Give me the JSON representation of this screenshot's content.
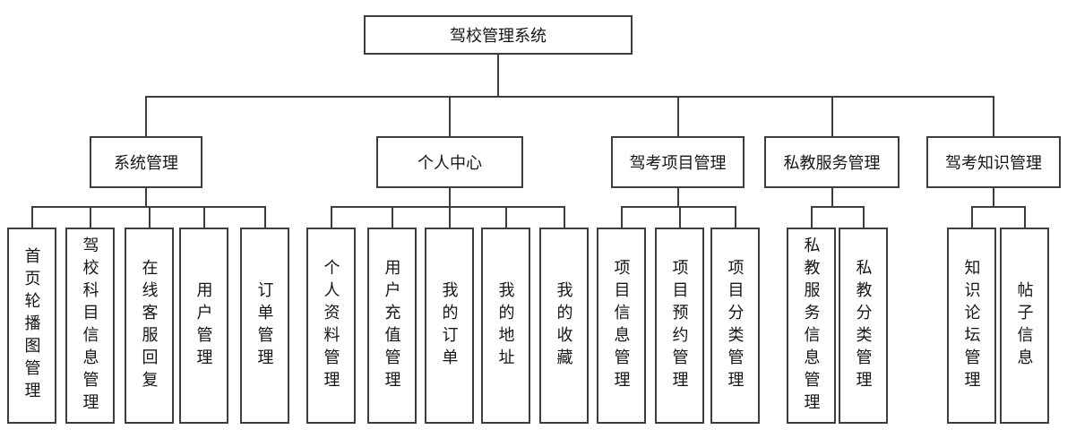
{
  "diagram": {
    "root_label": "驾校管理系统",
    "branches": [
      {
        "label": "系统管理",
        "children": [
          "首页轮播图管理",
          "驾校科目信息管理",
          "在线客服回复",
          "用户管理",
          "订单管理"
        ]
      },
      {
        "label": "个人中心",
        "children": [
          "个人资料管理",
          "用户充值管理",
          "我的订单",
          "我的地址",
          "我的收藏"
        ]
      },
      {
        "label": "驾考项目管理",
        "children": [
          "项目信息管理",
          "项目预约管理",
          "项目分类管理"
        ]
      },
      {
        "label": "私教服务管理",
        "children": [
          "私教服务信息管理",
          "私教分类管理"
        ]
      },
      {
        "label": "驾考知识管理",
        "children": [
          "知识论坛管理",
          "帖子信息"
        ]
      }
    ],
    "colors": {
      "line": "#3d3d3d",
      "box_border": "#3d3d3d",
      "box_background": "#ffffff",
      "text": "#161616",
      "page_background": "#ffffff"
    }
  }
}
